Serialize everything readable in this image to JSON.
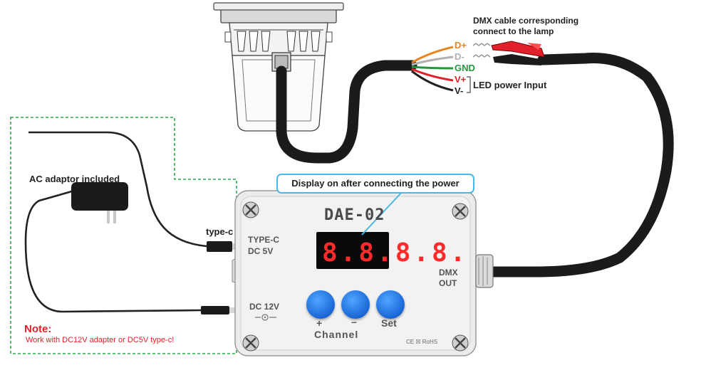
{
  "labels": {
    "dmx_cable": "DMX cable corresponding\nconnect to the lamp",
    "dplus": "D+",
    "dminus": "D-",
    "gnd": "GND",
    "vplus": "V+",
    "vminus": "V-",
    "led_power": "LED power Input",
    "ac_adaptor": "AC adaptor included",
    "type_c": "type-c",
    "display_note": "Display on after connecting the power",
    "note_title": "Note:",
    "note_text": "Work with DC12V adapter or DC5V type-c!"
  },
  "device": {
    "model": "DAE-02",
    "display_value": "8.8.8.8.",
    "typec_line1": "TYPE-C",
    "typec_line2": "DC 5V",
    "dc12v": "DC 12V",
    "dmx_out_line1": "DMX",
    "dmx_out_line2": "OUT",
    "btn_plus": "+",
    "btn_minus": "–",
    "channel": "Channel",
    "set": "Set",
    "cert": "CE ☒ RoHS"
  },
  "colors": {
    "dplus": "#e8851e",
    "dminus": "#b0b0b0",
    "gnd": "#1e9a3c",
    "vplus": "#e0202a",
    "vminus": "#222222",
    "note": "#e0202a",
    "dashed_border": "#2aa84a",
    "callout_border": "#49b8e6",
    "button": "#1a66d6",
    "display_digits": "#ff2a2a"
  }
}
